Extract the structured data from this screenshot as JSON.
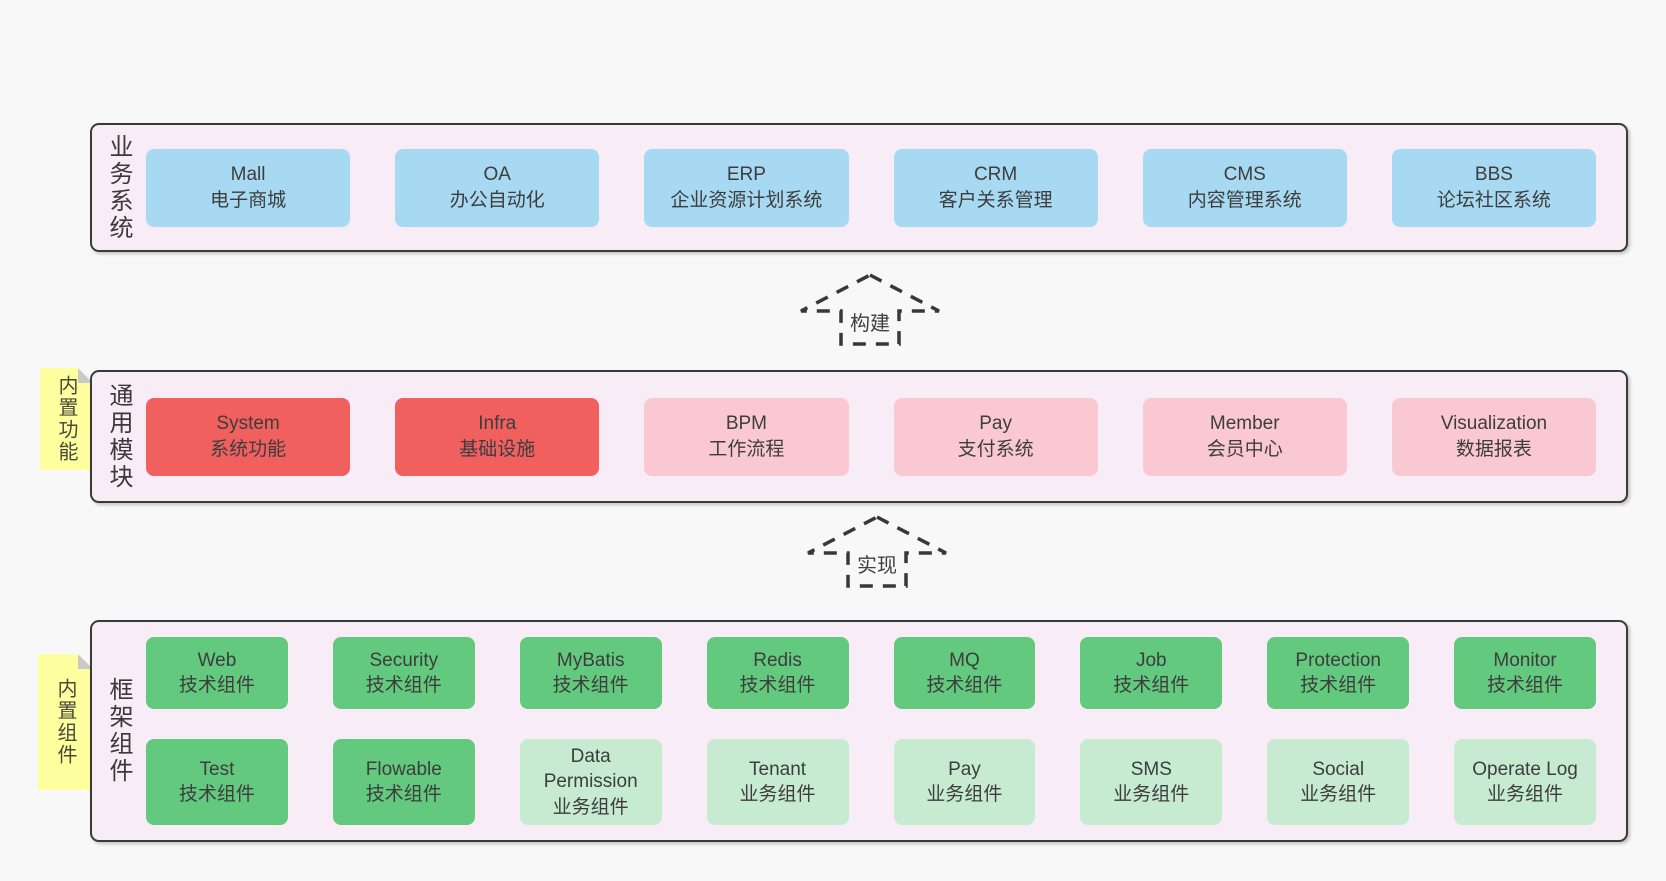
{
  "colors": {
    "blue": "#a7d9f2",
    "red": "#f0605f",
    "pink": "#fac8d1",
    "green": "#63c97f",
    "green_light": "#c7ebd1",
    "panel_bg": "#f8edf6",
    "note_bg": "#feff9e",
    "border": "#3a3a3a",
    "page_bg": "#f8f8f8",
    "text": "#3d3d3d"
  },
  "sections": [
    {
      "id": "business",
      "label": "业务系统",
      "note": null,
      "rows": [
        [
          {
            "en": "Mall",
            "zh": "电子商城",
            "type": "blue"
          },
          {
            "en": "OA",
            "zh": "办公自动化",
            "type": "blue"
          },
          {
            "en": "ERP",
            "zh": "企业资源计划系统",
            "type": "blue"
          },
          {
            "en": "CRM",
            "zh": "客户关系管理",
            "type": "blue"
          },
          {
            "en": "CMS",
            "zh": "内容管理系统",
            "type": "blue"
          },
          {
            "en": "BBS",
            "zh": "论坛社区系统",
            "type": "blue"
          }
        ]
      ]
    },
    {
      "id": "modules",
      "label": "通用模块",
      "note": "内置功能",
      "rows": [
        [
          {
            "en": "System",
            "zh": "系统功能",
            "type": "red"
          },
          {
            "en": "Infra",
            "zh": "基础设施",
            "type": "red"
          },
          {
            "en": "BPM",
            "zh": "工作流程",
            "type": "pink"
          },
          {
            "en": "Pay",
            "zh": "支付系统",
            "type": "pink"
          },
          {
            "en": "Member",
            "zh": "会员中心",
            "type": "pink"
          },
          {
            "en": "Visualization",
            "zh": "数据报表",
            "type": "pink"
          }
        ]
      ]
    },
    {
      "id": "framework",
      "label": "框架组件",
      "note": "内置组件",
      "rows": [
        [
          {
            "en": "Web",
            "zh": "技术组件",
            "type": "green"
          },
          {
            "en": "Security",
            "zh": "技术组件",
            "type": "green"
          },
          {
            "en": "MyBatis",
            "zh": "技术组件",
            "type": "green"
          },
          {
            "en": "Redis",
            "zh": "技术组件",
            "type": "green"
          },
          {
            "en": "MQ",
            "zh": "技术组件",
            "type": "green"
          },
          {
            "en": "Job",
            "zh": "技术组件",
            "type": "green"
          },
          {
            "en": "Protection",
            "zh": "技术组件",
            "type": "green"
          },
          {
            "en": "Monitor",
            "zh": "技术组件",
            "type": "green"
          }
        ],
        [
          {
            "en": "Test",
            "zh": "技术组件",
            "type": "green"
          },
          {
            "en": "Flowable",
            "zh": "技术组件",
            "type": "green"
          },
          {
            "en": "Data Permission",
            "zh": "业务组件",
            "type": "green_light"
          },
          {
            "en": "Tenant",
            "zh": "业务组件",
            "type": "green_light"
          },
          {
            "en": "Pay",
            "zh": "业务组件",
            "type": "green_light"
          },
          {
            "en": "SMS",
            "zh": "业务组件",
            "type": "green_light"
          },
          {
            "en": "Social",
            "zh": "业务组件",
            "type": "green_light"
          },
          {
            "en": "Operate Log",
            "zh": "业务组件",
            "type": "green_light"
          }
        ]
      ]
    }
  ],
  "arrows": [
    {
      "label": "构建"
    },
    {
      "label": "实现"
    }
  ]
}
